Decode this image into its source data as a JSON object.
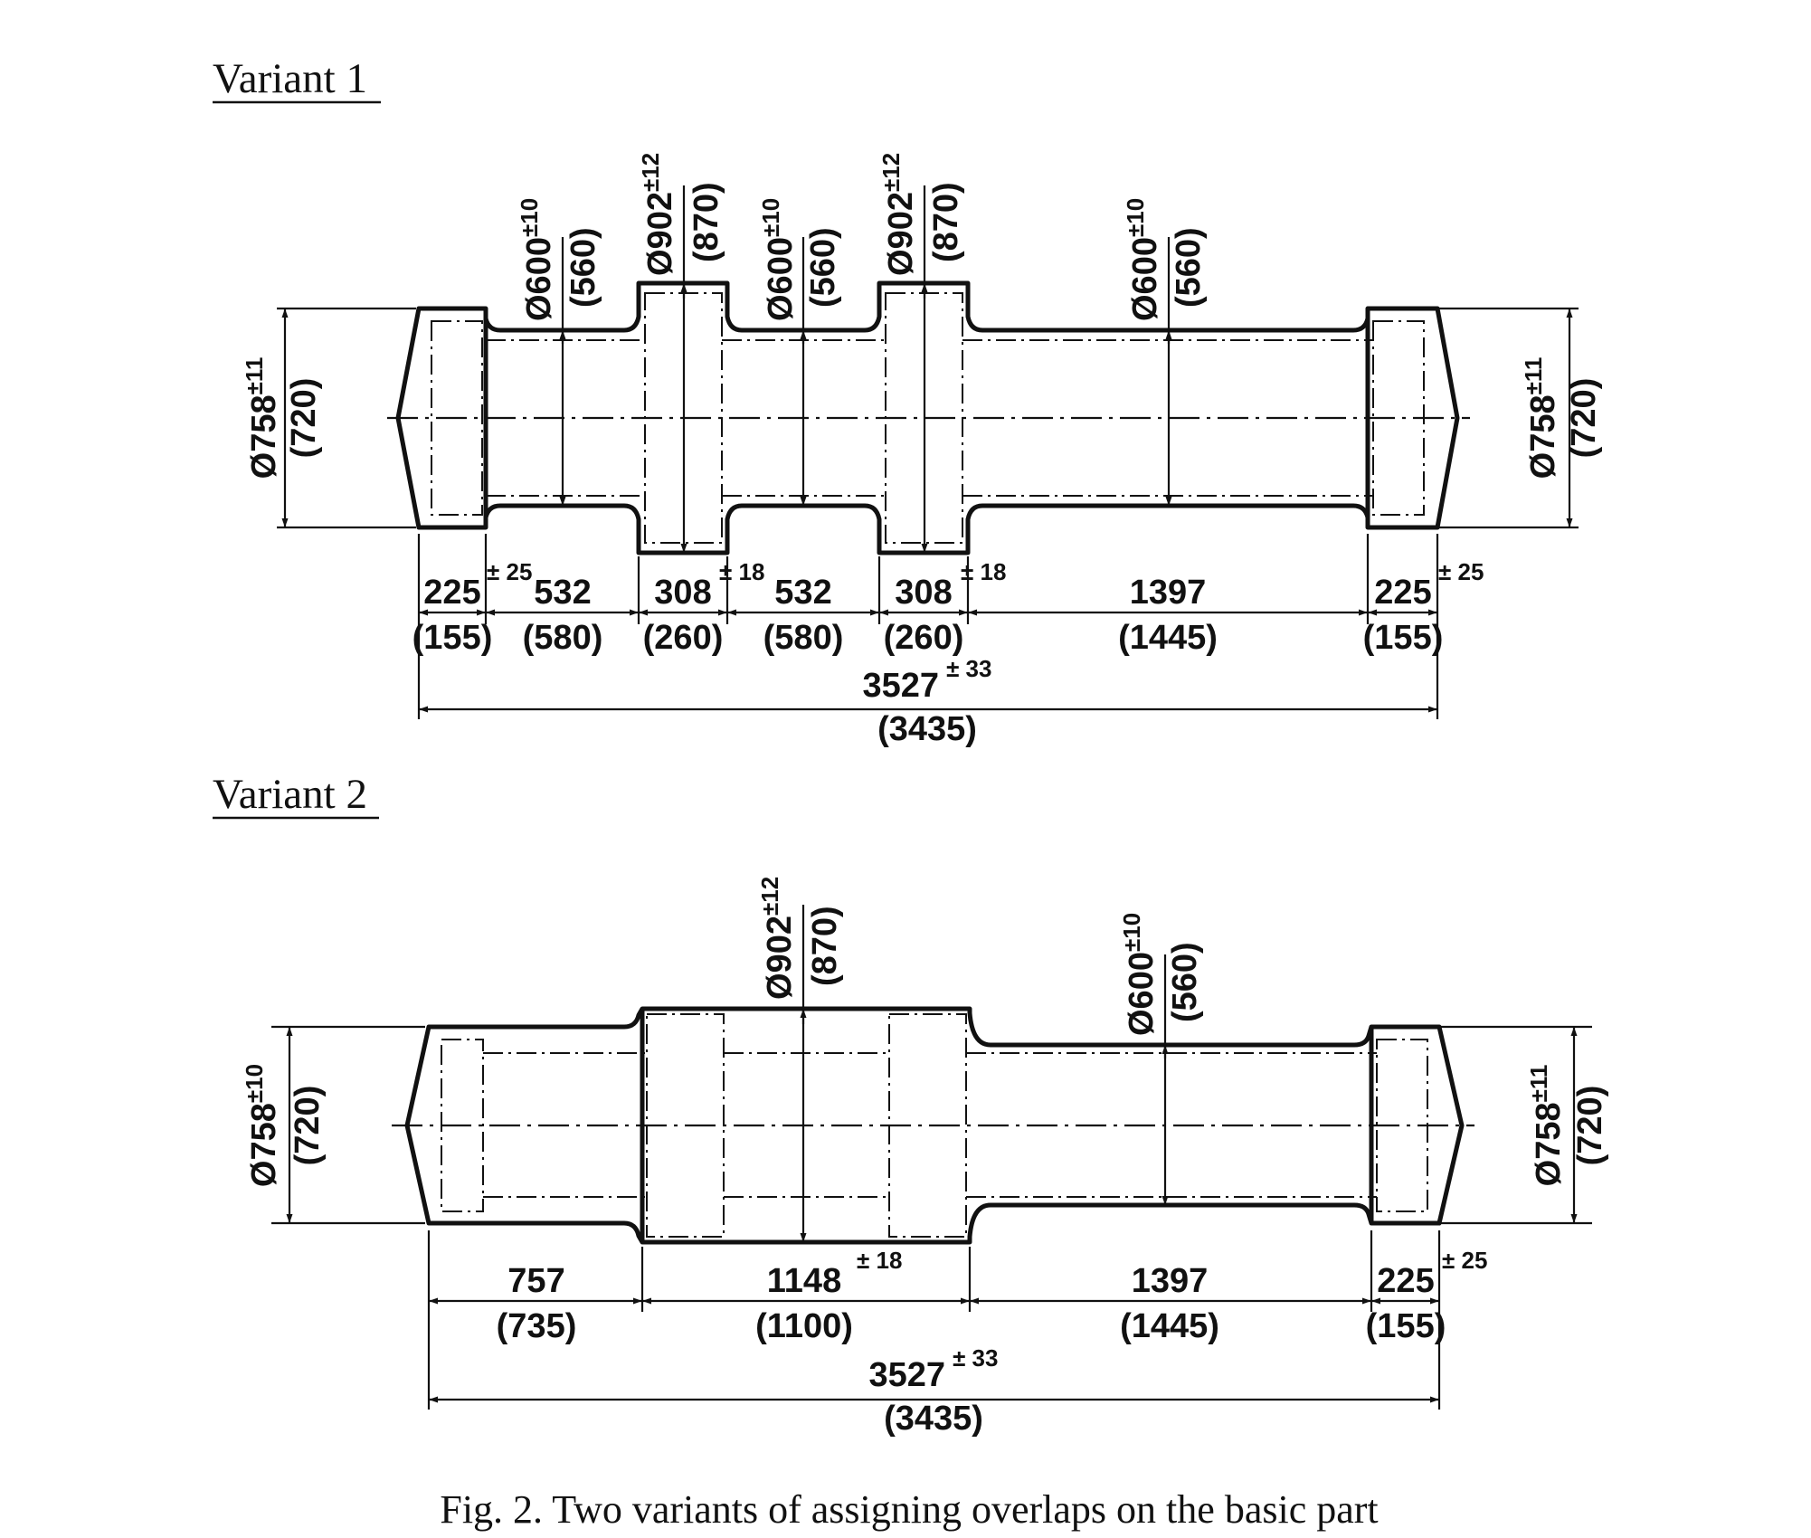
{
  "variant1": {
    "title": "Variant 1",
    "left_diameter": {
      "value": "Ø758",
      "tol": "±11",
      "raw": "(720)"
    },
    "right_diameter": {
      "value": "Ø758",
      "tol": "±11",
      "raw": "(720)"
    },
    "neck1": {
      "value": "Ø600",
      "tol": "±10",
      "raw": "(560)"
    },
    "collar1": {
      "value": "Ø902",
      "tol": "±12",
      "raw": "(870)"
    },
    "neck2": {
      "value": "Ø600",
      "tol": "±10",
      "raw": "(560)"
    },
    "collar2": {
      "value": "Ø902",
      "tol": "±12",
      "raw": "(870)"
    },
    "neck3": {
      "value": "Ø600",
      "tol": "±10",
      "raw": "(560)"
    },
    "lengths": [
      {
        "value": "225",
        "raw": "(155)"
      },
      {
        "value": "532",
        "raw": "(580)"
      },
      {
        "value": "308",
        "raw": "(260)"
      },
      {
        "value": "532",
        "raw": "(580)"
      },
      {
        "value": "308",
        "raw": "(260)"
      },
      {
        "value": "1397",
        "raw": "(1445)"
      },
      {
        "value": "225",
        "raw": "(155)"
      }
    ],
    "tols": [
      "± 25",
      "± 18",
      "± 18",
      "± 25"
    ],
    "total": {
      "value": "3527",
      "tol": "± 33",
      "raw": "(3435)"
    }
  },
  "variant2": {
    "title": "Variant 2",
    "left_diameter": {
      "value": "Ø758",
      "tol": "±10",
      "raw": "(720)"
    },
    "right_diameter": {
      "value": "Ø758",
      "tol": "±11",
      "raw": "(720)"
    },
    "collar": {
      "value": "Ø902",
      "tol": "±12",
      "raw": "(870)"
    },
    "neck": {
      "value": "Ø600",
      "tol": "±10",
      "raw": "(560)"
    },
    "lengths": [
      {
        "value": "757",
        "raw": "(735)"
      },
      {
        "value": "1148",
        "raw": "(1100)"
      },
      {
        "value": "1397",
        "raw": "(1445)"
      },
      {
        "value": "225",
        "raw": "(155)"
      }
    ],
    "tols": [
      "± 18",
      "± 25"
    ],
    "total": {
      "value": "3527",
      "tol": "± 33",
      "raw": "(3435)"
    }
  },
  "caption": "Fig. 2. Two variants of assigning overlaps on the basic part"
}
